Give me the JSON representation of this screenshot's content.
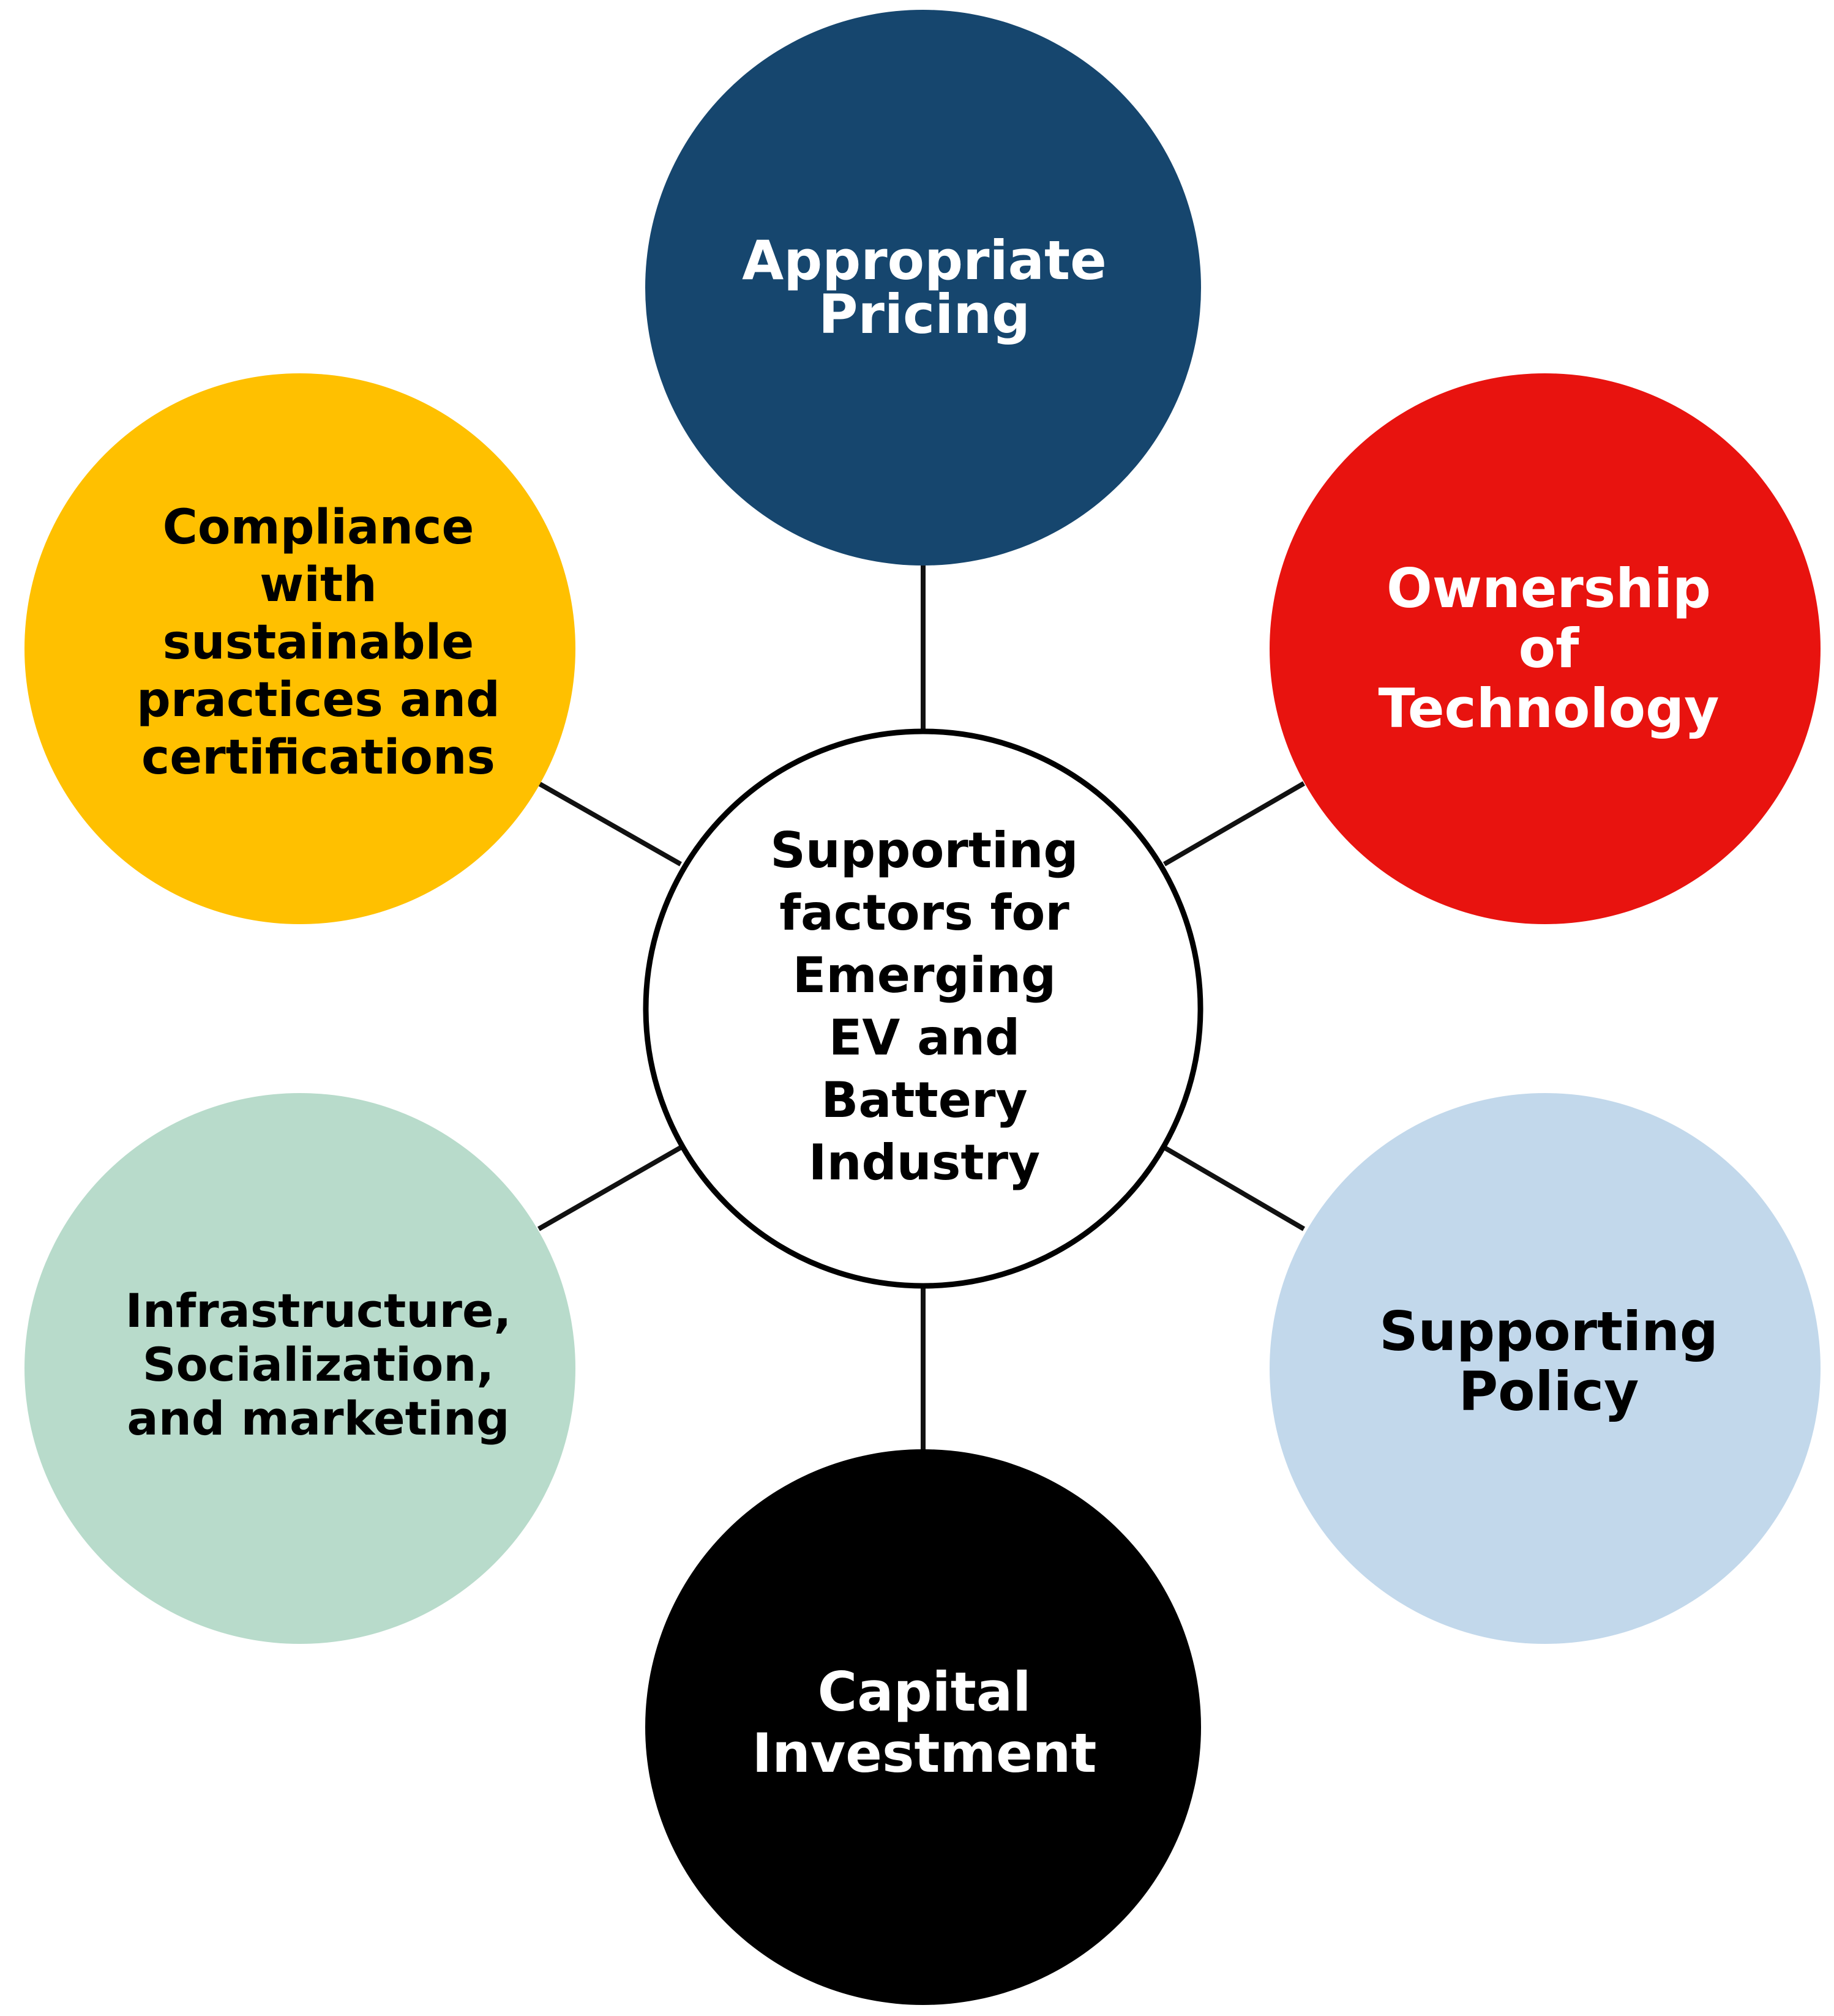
{
  "diagram": {
    "center": {
      "label": "Supporting\nfactors for\nEmerging\nEV and\nBattery\nIndustry"
    },
    "nodes": [
      {
        "id": "pricing",
        "label": "Appropriate\nPricing",
        "color": "#16466E",
        "text_color": "#FFFFFF"
      },
      {
        "id": "ownership",
        "label": "Ownership\nof\nTechnology",
        "color": "#E8130F",
        "text_color": "#FFFFFF"
      },
      {
        "id": "policy",
        "label": "Supporting\nPolicy",
        "color": "#C2D8EB",
        "text_color": "#000000"
      },
      {
        "id": "capital",
        "label": "Capital\nInvestment",
        "color": "#000000",
        "text_color": "#FFFFFF"
      },
      {
        "id": "infrastructure",
        "label": "Infrastructure,\nSocialization,\nand marketing",
        "color": "#B8DBCB",
        "text_color": "#000000"
      },
      {
        "id": "compliance",
        "label": "Compliance\nwith\nsustainable\npractices and\ncertifications",
        "color": "#FFC000",
        "text_color": "#000000"
      }
    ]
  }
}
